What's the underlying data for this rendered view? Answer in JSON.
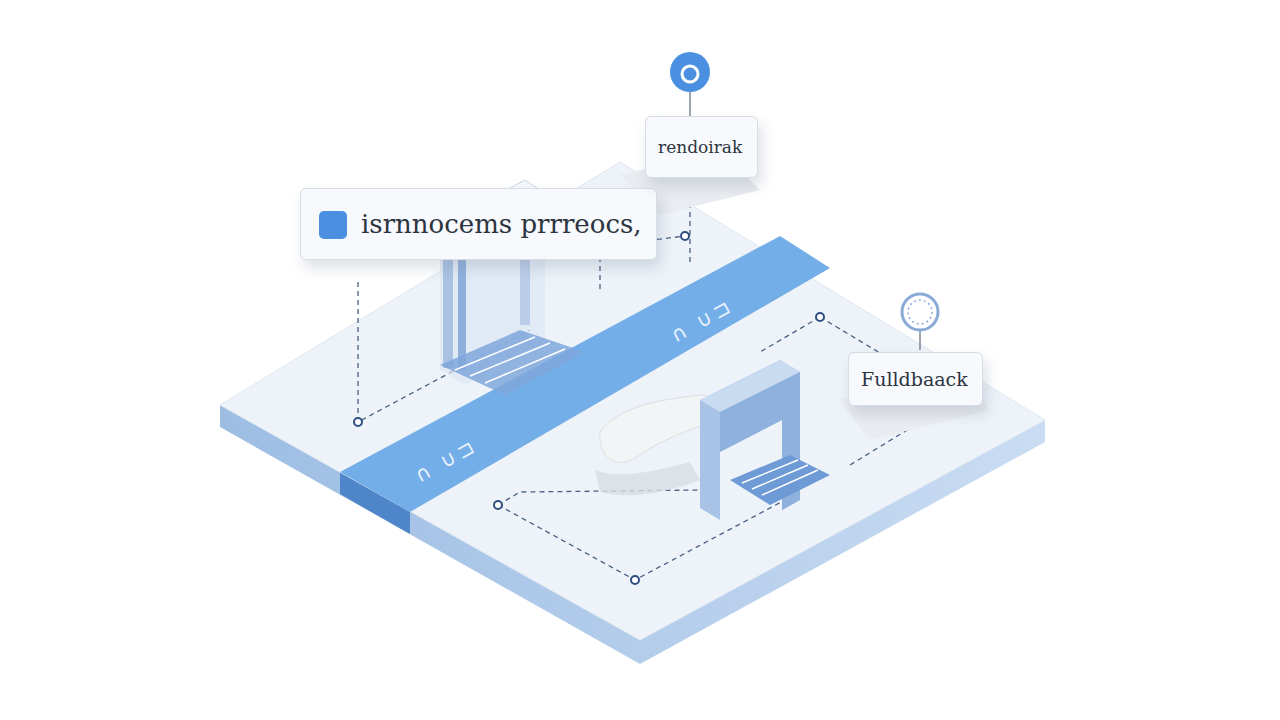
{
  "diagram": {
    "nodes": [
      {
        "text": [
          "isrnnocems prrreocs,"
        ]
      },
      {
        "text": [
          "rendoirak"
        ]
      },
      {
        "text": [
          "Fulldbaack"
        ]
      }
    ],
    "labels": [
      "∩ ∪⊐",
      "∩ ∪⊐"
    ]
  }
}
